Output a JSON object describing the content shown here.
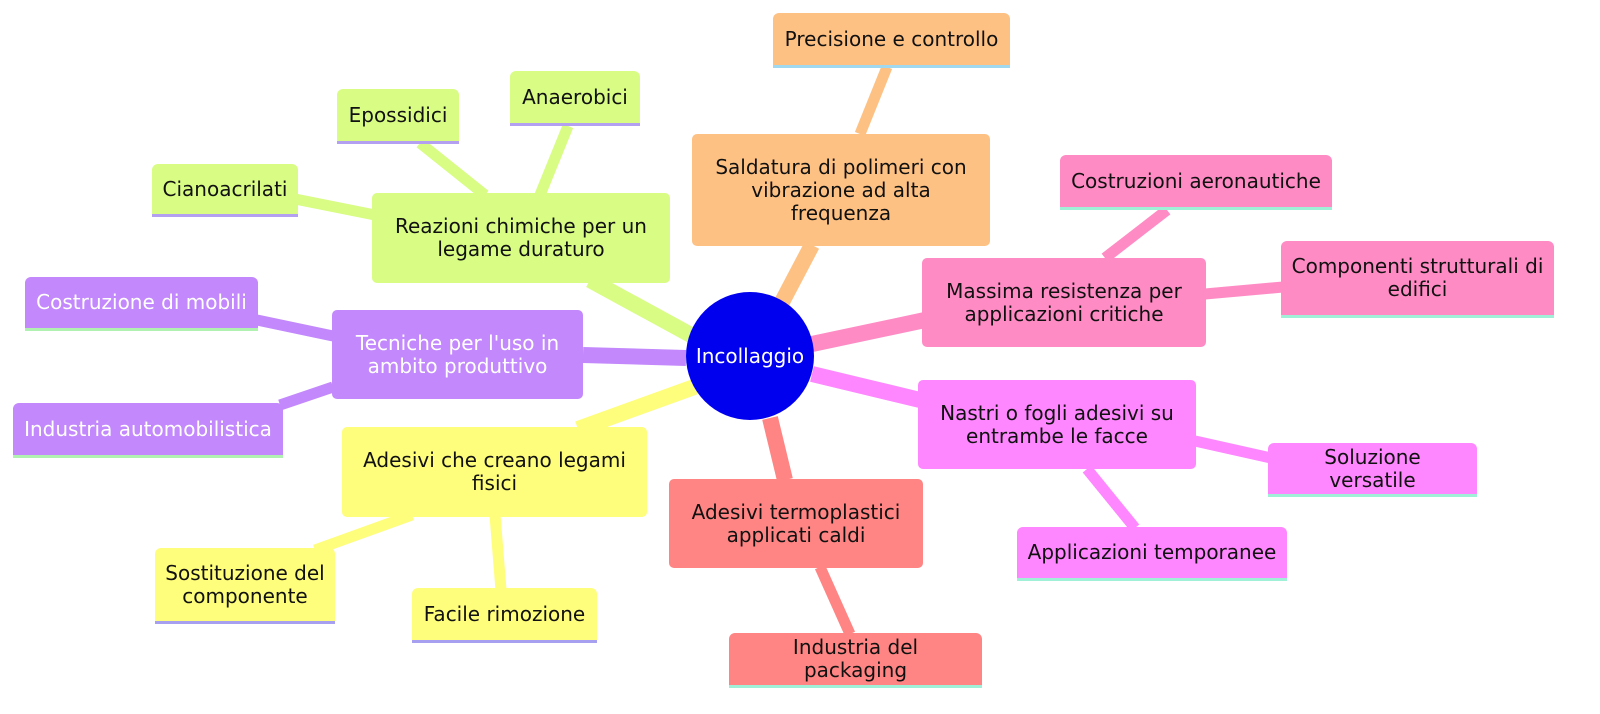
{
  "root": "Incollaggio",
  "colors": {
    "root": "#0000ee",
    "chemical": "#d8fc84",
    "chemical_underline": "#b4a0f0",
    "ultrasonic": "#fec184",
    "ultrasonic_underline": "#a0d8f0",
    "structural": "#ff8bc4",
    "structural_underline": "#a0f0d8",
    "tape": "#fe86fe",
    "tape_underline": "#a0f0d8",
    "hotmelt": "#fe8583",
    "hotmelt_underline": "#a0f0d8",
    "physical": "#fefd7c",
    "physical_underline": "#a7a0f0",
    "industrial": "#c288fc",
    "industrial_underline": "#b0f0b0"
  },
  "branches": {
    "chemical": {
      "label": "Reazioni chimiche per un legame duraturo",
      "children": [
        "Cianoacrilati",
        "Epossidici",
        "Anaerobici"
      ]
    },
    "ultrasonic": {
      "label": "Saldatura di polimeri con vibrazione ad alta frequenza",
      "children": [
        "Precisione e controllo"
      ]
    },
    "structural": {
      "label": "Massima resistenza per applicazioni critiche",
      "children": [
        "Costruzioni aeronautiche",
        "Componenti strutturali di edifici"
      ]
    },
    "tape": {
      "label": "Nastri o fogli adesivi su entrambe le facce",
      "children": [
        "Soluzione versatile",
        "Applicazioni temporanee"
      ]
    },
    "hotmelt": {
      "label": "Adesivi termoplastici applicati caldi",
      "children": [
        "Industria del packaging"
      ]
    },
    "physical": {
      "label": "Adesivi che creano legami fisici",
      "children": [
        "Sostituzione del componente",
        "Facile rimozione"
      ]
    },
    "industrial": {
      "label": "Tecniche per l'uso in ambito produttivo",
      "children": [
        "Costruzione di mobili",
        "Industria automobilistica"
      ]
    }
  }
}
